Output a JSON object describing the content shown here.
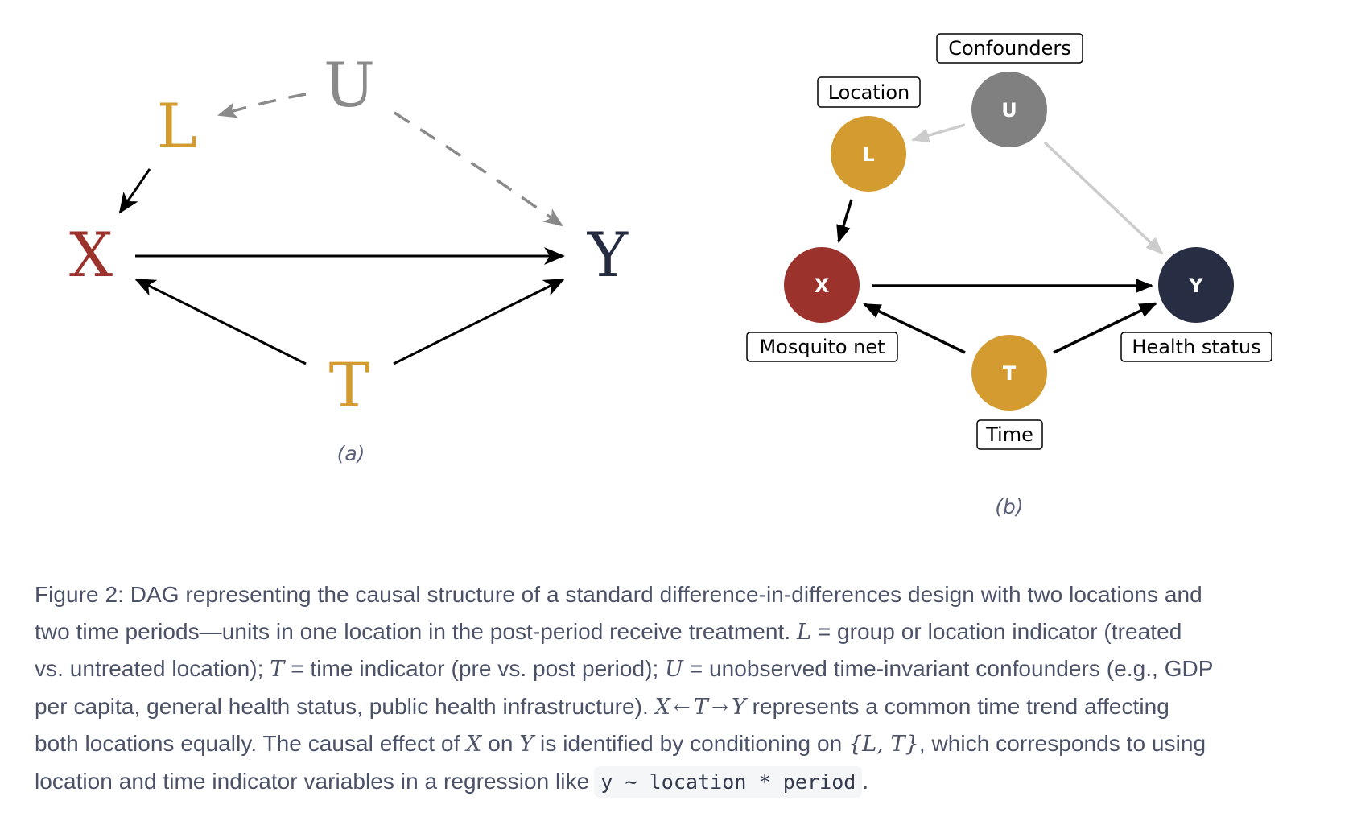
{
  "panel_a": {
    "label": "(a)",
    "nodes": {
      "U": {
        "text": "U",
        "color": "#8a8a8a"
      },
      "L": {
        "text": "L",
        "color": "#d39b30"
      },
      "X": {
        "text": "X",
        "color": "#9b322c"
      },
      "Y": {
        "text": "Y",
        "color": "#252c41"
      },
      "T": {
        "text": "T",
        "color": "#d39b30"
      }
    },
    "edges": [
      {
        "from": "U",
        "to": "L",
        "style": "dashed",
        "color": "#8a8a8a"
      },
      {
        "from": "U",
        "to": "Y",
        "style": "dashed",
        "color": "#8a8a8a"
      },
      {
        "from": "L",
        "to": "X",
        "style": "solid",
        "color": "#000000"
      },
      {
        "from": "X",
        "to": "Y",
        "style": "solid",
        "color": "#000000"
      },
      {
        "from": "T",
        "to": "X",
        "style": "solid",
        "color": "#000000"
      },
      {
        "from": "T",
        "to": "Y",
        "style": "solid",
        "color": "#000000"
      }
    ]
  },
  "panel_b": {
    "label": "(b)",
    "nodes": {
      "U": {
        "text": "U",
        "name": "Confounders",
        "color": "#808080"
      },
      "L": {
        "text": "L",
        "name": "Location",
        "color": "#d39b30"
      },
      "X": {
        "text": "X",
        "name": "Mosquito net",
        "color": "#9b322c"
      },
      "Y": {
        "text": "Y",
        "name": "Health status",
        "color": "#272d42"
      },
      "T": {
        "text": "T",
        "name": "Time",
        "color": "#d39b30"
      }
    },
    "edges": [
      {
        "from": "U",
        "to": "L",
        "color": "#cccccc"
      },
      {
        "from": "U",
        "to": "Y",
        "color": "#cccccc"
      },
      {
        "from": "L",
        "to": "X",
        "color": "#000000"
      },
      {
        "from": "X",
        "to": "Y",
        "color": "#000000"
      },
      {
        "from": "T",
        "to": "X",
        "color": "#000000"
      },
      {
        "from": "T",
        "to": "Y",
        "color": "#000000"
      }
    ]
  },
  "caption": {
    "l1": "Figure 2: DAG representing the causal structure of a standard difference-in-differences design with two locations and",
    "l2a": "two time periods—units in one location in the post-period receive treatment. ",
    "l2m": "L",
    "l2b": " = group or location indicator (treated",
    "l3a": "vs. untreated location); ",
    "l3m1": "T",
    "l3b": " = time indicator (pre vs. post period); ",
    "l3m2": "U",
    "l3c": " = unobserved time-invariant confounders (e.g., GDP",
    "l4a": "per capita, general health status, public health infrastructure). ",
    "l4m1": "X",
    "l4o1": "←",
    "l4m2": "T",
    "l4o2": "→",
    "l4m3": "Y",
    "l4b": " represents a common time trend affecting",
    "l5a": "both locations equally. The causal effect of ",
    "l5m1": "X",
    "l5b": " on ",
    "l5m2": "Y",
    "l5c": " is identified by conditioning on ",
    "l5m3": "{L, T}",
    "l5d": ", which corresponds to using",
    "l6a": "location and time indicator variables in a regression like",
    "l6code": "y ~ location * period",
    "l6b": "."
  }
}
